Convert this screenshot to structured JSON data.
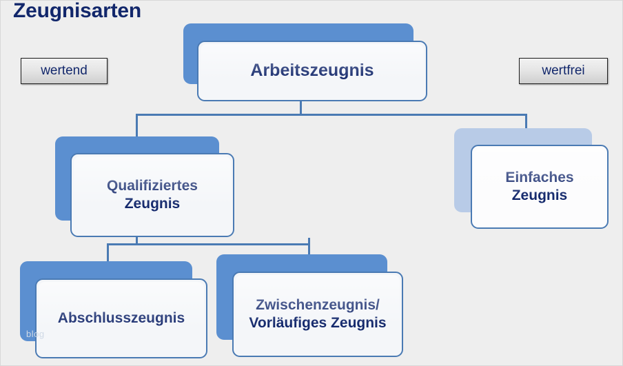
{
  "page": {
    "title": "Zeugnisarten",
    "background_color": "#eeeeee",
    "watermark": "blog"
  },
  "legend": {
    "left_label": "wertend",
    "right_label": "wertfrei"
  },
  "palette": {
    "shadow_blue": "#5b8fd0",
    "shadow_blue_light": "#b8cbe7",
    "border_blue": "#4a7ab3",
    "text_navy": "#12276b",
    "node_fill": "#f4f6f9",
    "node_fill_light": "#fcfcfd",
    "button_border": "#1b1b1b",
    "button_fill": "#e3e3e3"
  },
  "diagram": {
    "type": "hierarchy-tree",
    "root": "Arbeitszeugnis",
    "nodes": [
      {
        "id": "arbeitszeugnis",
        "label": "Arbeitszeugnis",
        "level": 0,
        "style": "filled-blue-shadow"
      },
      {
        "id": "qualifiziertes",
        "label": "Qualifiziertes\nZeugnis",
        "level": 1,
        "style": "filled-blue-shadow"
      },
      {
        "id": "einfaches",
        "label": "Einfaches\nZeugnis",
        "level": 1,
        "style": "light-blue-shadow"
      },
      {
        "id": "abschluss",
        "label": "Abschlusszeugnis",
        "level": 2,
        "style": "filled-blue-shadow"
      },
      {
        "id": "zwischen",
        "label": "Zwischenzeugnis/\nVorläufiges Zeugnis",
        "level": 2,
        "style": "filled-blue-shadow"
      }
    ],
    "edges": [
      {
        "from": "arbeitszeugnis",
        "to": "qualifiziertes"
      },
      {
        "from": "arbeitszeugnis",
        "to": "einfaches"
      },
      {
        "from": "qualifiziertes",
        "to": "abschluss"
      },
      {
        "from": "qualifiziertes",
        "to": "zwischen"
      }
    ]
  },
  "labels": {
    "arbeitszeugnis": "Arbeitszeugnis",
    "qualifiziertes_line1": "Qualifiziertes",
    "qualifiziertes_line2": "Zeugnis",
    "einfaches_line1": "Einfaches",
    "einfaches_line2": "Zeugnis",
    "abschluss": "Abschlusszeugnis",
    "zwischen_line1": "Zwischenzeugnis/",
    "zwischen_line2": "Vorläufiges Zeugnis"
  }
}
